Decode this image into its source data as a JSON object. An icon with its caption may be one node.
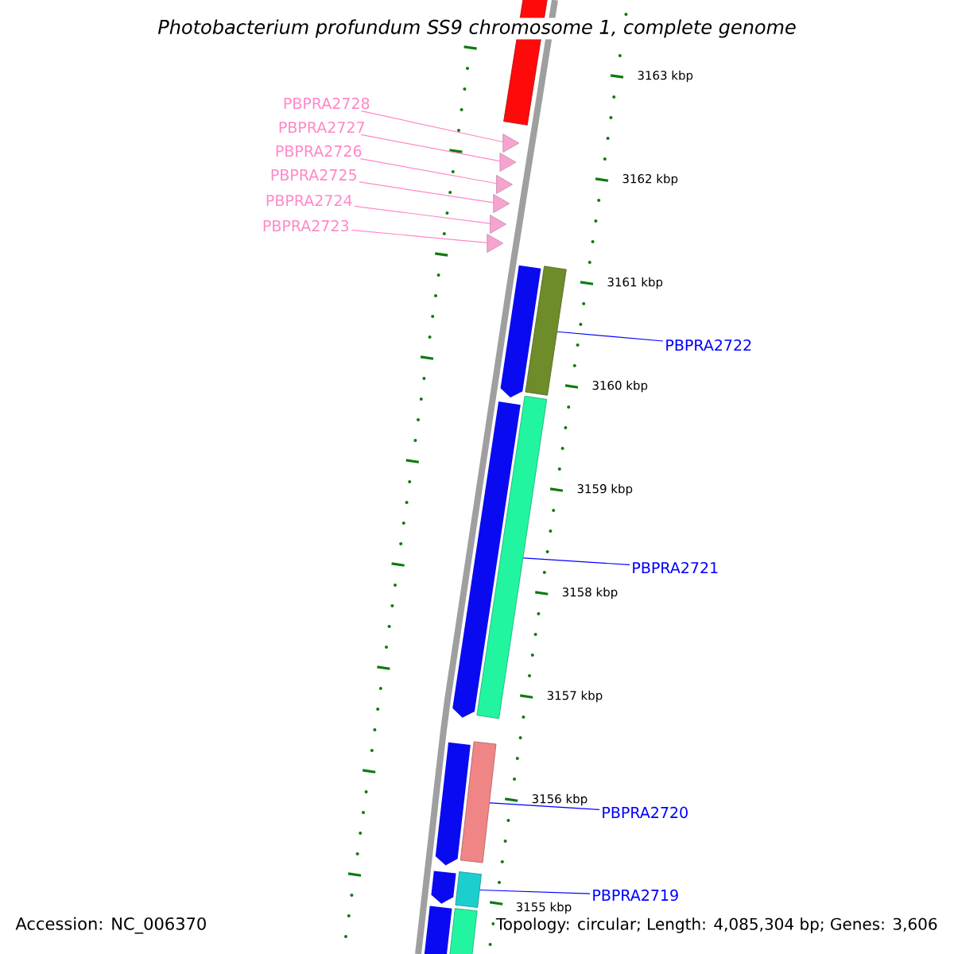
{
  "diagram": {
    "title": "Photobacterium profundum SS9 chromosome 1, complete genome",
    "nodes": [
      {
        "text": [
          "PBPRA2728"
        ]
      },
      {
        "text": [
          "PBPRA2727"
        ]
      },
      {
        "text": [
          "PBPRA2726"
        ]
      },
      {
        "text": [
          "PBPRA2725"
        ]
      },
      {
        "text": [
          "PBPRA2724"
        ]
      },
      {
        "text": [
          "PBPRA2723"
        ]
      },
      {
        "text": [],
        "shape": "triangle"
      },
      {
        "text": [],
        "shape": "triangle"
      },
      {
        "text": [],
        "shape": "triangle"
      },
      {
        "text": [],
        "shape": "triangle"
      },
      {
        "text": [],
        "shape": "triangle"
      },
      {
        "text": [],
        "shape": "triangle"
      },
      {
        "text": [
          "PBPRA2722"
        ]
      },
      {
        "text": [],
        "shape": "bar"
      },
      {
        "text": [
          "PBPRA2721"
        ]
      },
      {
        "text": [],
        "shape": "bar"
      },
      {
        "text": [
          "PBPRA2720"
        ]
      },
      {
        "text": [],
        "shape": "bar"
      },
      {
        "text": [
          "PBPRA2719"
        ]
      },
      {
        "text": [],
        "shape": "bar"
      },
      {
        "text": [],
        "shape": "bar"
      },
      {
        "text": [],
        "shape": "pentagon"
      },
      {
        "text": [],
        "shape": "pentagon"
      },
      {
        "text": [],
        "shape": "pentagon"
      },
      {
        "text": [],
        "shape": "pentagon"
      },
      {
        "text": [],
        "shape": "pentagon"
      },
      {
        "text": [],
        "shape": "bar"
      }
    ],
    "edges": [
      {
        "from": 0,
        "to": 6,
        "arrow": "none"
      },
      {
        "from": 1,
        "to": 7,
        "arrow": "none"
      },
      {
        "from": 2,
        "to": 8,
        "arrow": "none"
      },
      {
        "from": 3,
        "to": 9,
        "arrow": "none"
      },
      {
        "from": 4,
        "to": 10,
        "arrow": "none"
      },
      {
        "from": 5,
        "to": 11,
        "arrow": "none"
      },
      {
        "from": 12,
        "to": 13,
        "arrow": "none",
        "color": "#0000ff"
      },
      {
        "from": 14,
        "to": 15,
        "arrow": "none",
        "color": "#0000ff"
      },
      {
        "from": 16,
        "to": 17,
        "arrow": "none",
        "color": "#0000ff"
      },
      {
        "from": 18,
        "to": 19,
        "arrow": "none",
        "color": "#0000ff"
      }
    ],
    "labels": [
      "3163 kbp",
      "3162 kbp",
      "3161 kbp",
      "3160 kbp",
      "3159 kbp",
      "3158 kbp",
      "3157 kbp",
      "3156 kbp",
      "3155 kbp",
      "Accession: NC_006370",
      "Topology: circular; Length: 4,085,304 bp; Genes: 3,606"
    ]
  }
}
